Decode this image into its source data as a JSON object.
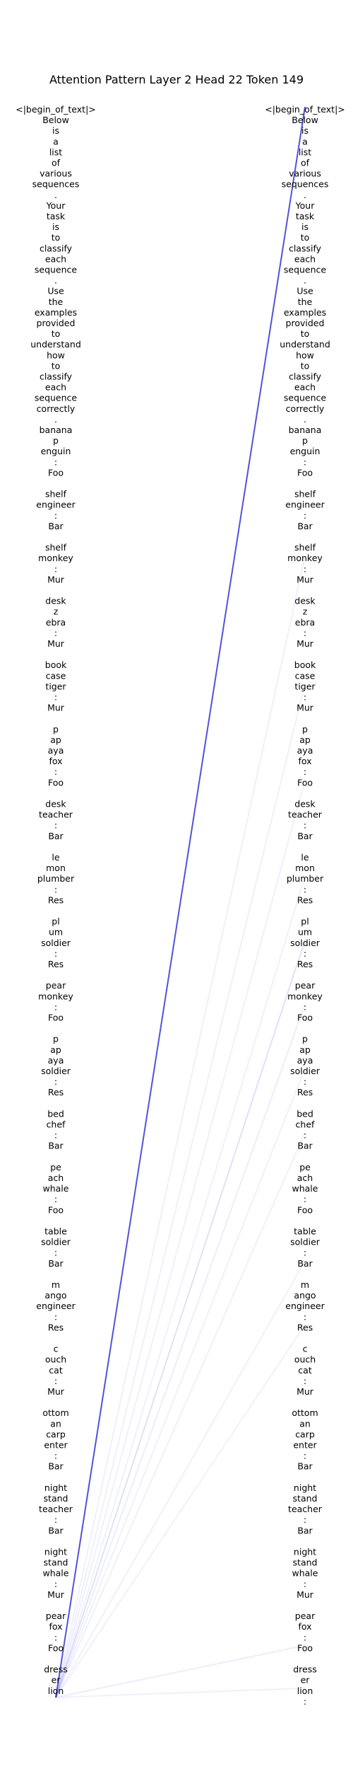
{
  "chart_data": {
    "type": "attention",
    "title": "Attention Pattern Layer 2 Head 22 Token 149",
    "line_color": "#0000cc",
    "tokens": [
      "<|begin_of_text|>",
      "Below",
      "is",
      "a",
      "list",
      "of",
      "various",
      "sequences",
      ".",
      "Your",
      "task",
      "is",
      "to",
      "classify",
      "each",
      "sequence",
      ".",
      "Use",
      "the",
      "examples",
      "provided",
      "to",
      "understand",
      "how",
      "to",
      "classify",
      "each",
      "sequence",
      "correctly",
      ".",
      "banana",
      "p",
      "enguin",
      ":",
      "Foo",
      "",
      "shelf",
      "engineer",
      ":",
      "Bar",
      "",
      "shelf",
      "monkey",
      ":",
      "Mur",
      "",
      "desk",
      "z",
      "ebra",
      ":",
      "Mur",
      "",
      "book",
      "case",
      "tiger",
      ":",
      "Mur",
      "",
      "p",
      "ap",
      "aya",
      "fox",
      ":",
      "Foo",
      "",
      "desk",
      "teacher",
      ":",
      "Bar",
      "",
      "le",
      "mon",
      "plumber",
      ":",
      "Res",
      "",
      "pl",
      "um",
      "soldier",
      ":",
      "Res",
      "",
      "pear",
      "monkey",
      ":",
      "Foo",
      "",
      "p",
      "ap",
      "aya",
      "soldier",
      ":",
      "Res",
      "",
      "bed",
      "chef",
      ":",
      "Bar",
      "",
      "pe",
      "ach",
      "whale",
      ":",
      "Foo",
      "",
      "table",
      "soldier",
      ":",
      "Bar",
      "",
      "m",
      "ango",
      "engineer",
      ":",
      "Res",
      "",
      "c",
      "ouch",
      "cat",
      ":",
      "Mur",
      "",
      "ottom",
      "an",
      "carp",
      "enter",
      ":",
      "Bar",
      "",
      "night",
      "stand",
      "teacher",
      ":",
      "Bar",
      "",
      "night",
      "stand",
      "whale",
      ":",
      "Mur",
      "",
      "pear",
      "fox",
      ":",
      "Foo",
      "",
      "dress",
      "er",
      "lion",
      ":"
    ],
    "left_tokens_shown": 149,
    "query_token_index": 149,
    "attention": [
      {
        "target": 0,
        "weight": 0.68
      },
      {
        "target": 42,
        "weight": 0.04
      },
      {
        "target": 54,
        "weight": 0.04
      },
      {
        "target": 63,
        "weight": 0.03
      },
      {
        "target": 72,
        "weight": 0.04
      },
      {
        "target": 78,
        "weight": 0.12
      },
      {
        "target": 84,
        "weight": 0.07
      },
      {
        "target": 90,
        "weight": 0.05
      },
      {
        "target": 96,
        "weight": 0.03
      },
      {
        "target": 108,
        "weight": 0.03
      },
      {
        "target": 114,
        "weight": 0.03
      },
      {
        "target": 144,
        "weight": 0.07
      },
      {
        "target": 148,
        "weight": 0.03
      }
    ]
  }
}
